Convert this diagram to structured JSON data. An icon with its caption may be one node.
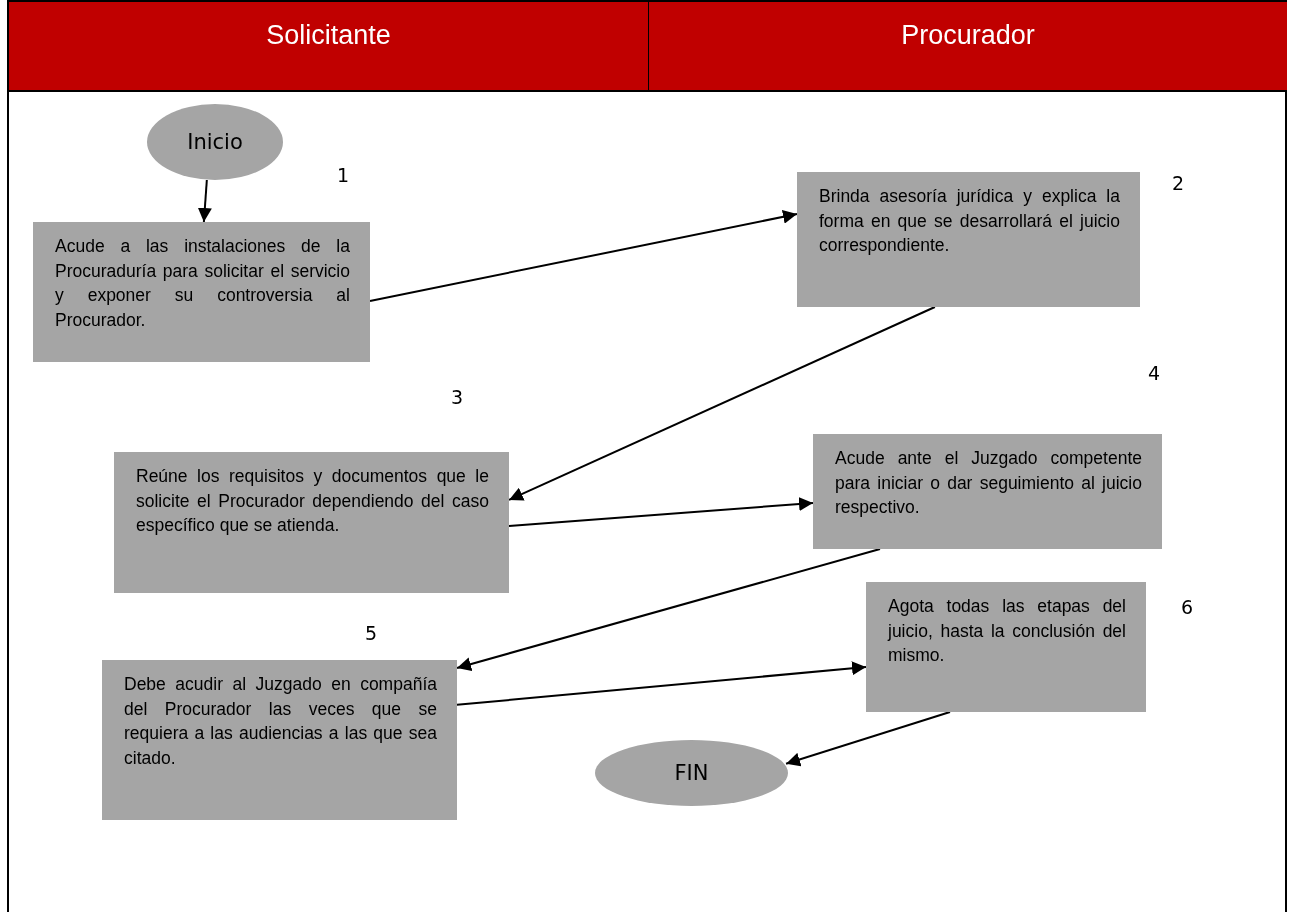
{
  "diagram": {
    "nodes": [
      {
        "text": [
          "Solicitante"
        ]
      },
      {
        "text": [
          "Procurador"
        ]
      },
      {
        "text": [
          "Inicio"
        ]
      },
      {
        "text": [
          "Acude a las instalaciones de la Procuraduría para solicitar el servicio y exponer su controversia al Procurador."
        ],
        "beside": [
          "1"
        ]
      },
      {
        "text": [
          "Brinda asesoría jurídica y explica la forma en que se desarrollará el juicio correspondiente."
        ],
        "beside": [
          "2"
        ]
      },
      {
        "text": [
          "Reúne los requisitos y documentos que le solicite el Procurador dependiendo del caso específico que se atienda."
        ],
        "beside": [
          "3"
        ]
      },
      {
        "text": [
          "Acude ante el Juzgado competente para iniciar o dar seguimiento al juicio respectivo."
        ],
        "beside": [
          "4"
        ]
      },
      {
        "text": [
          "Debe acudir al Juzgado en compañía del Procurador las veces que se requiera a las audiencias a las que sea citado."
        ],
        "beside": [
          "5"
        ]
      },
      {
        "text": [
          "Agota todas las etapas del juicio, hasta la conclusión del mismo."
        ],
        "beside": [
          "6"
        ]
      },
      {
        "text": [
          "FIN"
        ]
      }
    ],
    "edges": [
      {
        "from": 2,
        "to": 3,
        "arrow": "to"
      },
      {
        "from": 3,
        "to": 4,
        "arrow": "to"
      },
      {
        "from": 4,
        "to": 5,
        "arrow": "to"
      },
      {
        "from": 5,
        "to": 6,
        "arrow": "to"
      },
      {
        "from": 6,
        "to": 7,
        "arrow": "to"
      },
      {
        "from": 7,
        "to": 8,
        "arrow": "to"
      },
      {
        "from": 8,
        "to": 9,
        "arrow": "to"
      }
    ]
  }
}
